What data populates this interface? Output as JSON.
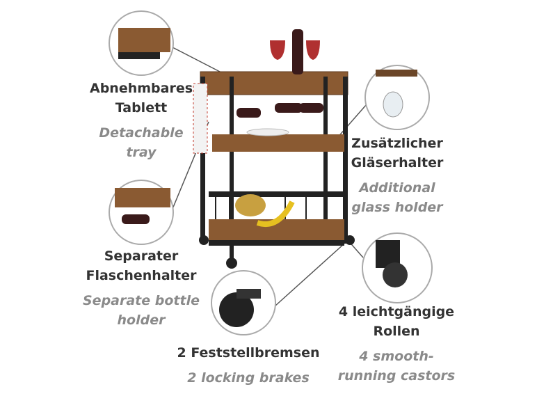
{
  "callouts": {
    "tray": {
      "de": [
        "Abnehmbares",
        "Tablett"
      ],
      "en": [
        "Detachable",
        "tray"
      ]
    },
    "glass_holder": {
      "de": [
        "Zusätzlicher",
        "Gläserhalter"
      ],
      "en": [
        "Additional",
        "glass holder"
      ]
    },
    "bottle_holder": {
      "de": [
        "Separater",
        "Flaschenhalter"
      ],
      "en": [
        "Separate bottle",
        "holder"
      ]
    },
    "castors": {
      "de": [
        "4 leichtgängige",
        "Rollen"
      ],
      "en": [
        "4 smooth-",
        "running castors"
      ]
    },
    "brakes": {
      "de": [
        "2 Feststellbremsen"
      ],
      "en": [
        "2 locking brakes"
      ]
    }
  },
  "colors": {
    "frame": "#222222",
    "wood": "#8a5a32",
    "text_de": "#333333",
    "text_en": "#8a8a8a"
  }
}
